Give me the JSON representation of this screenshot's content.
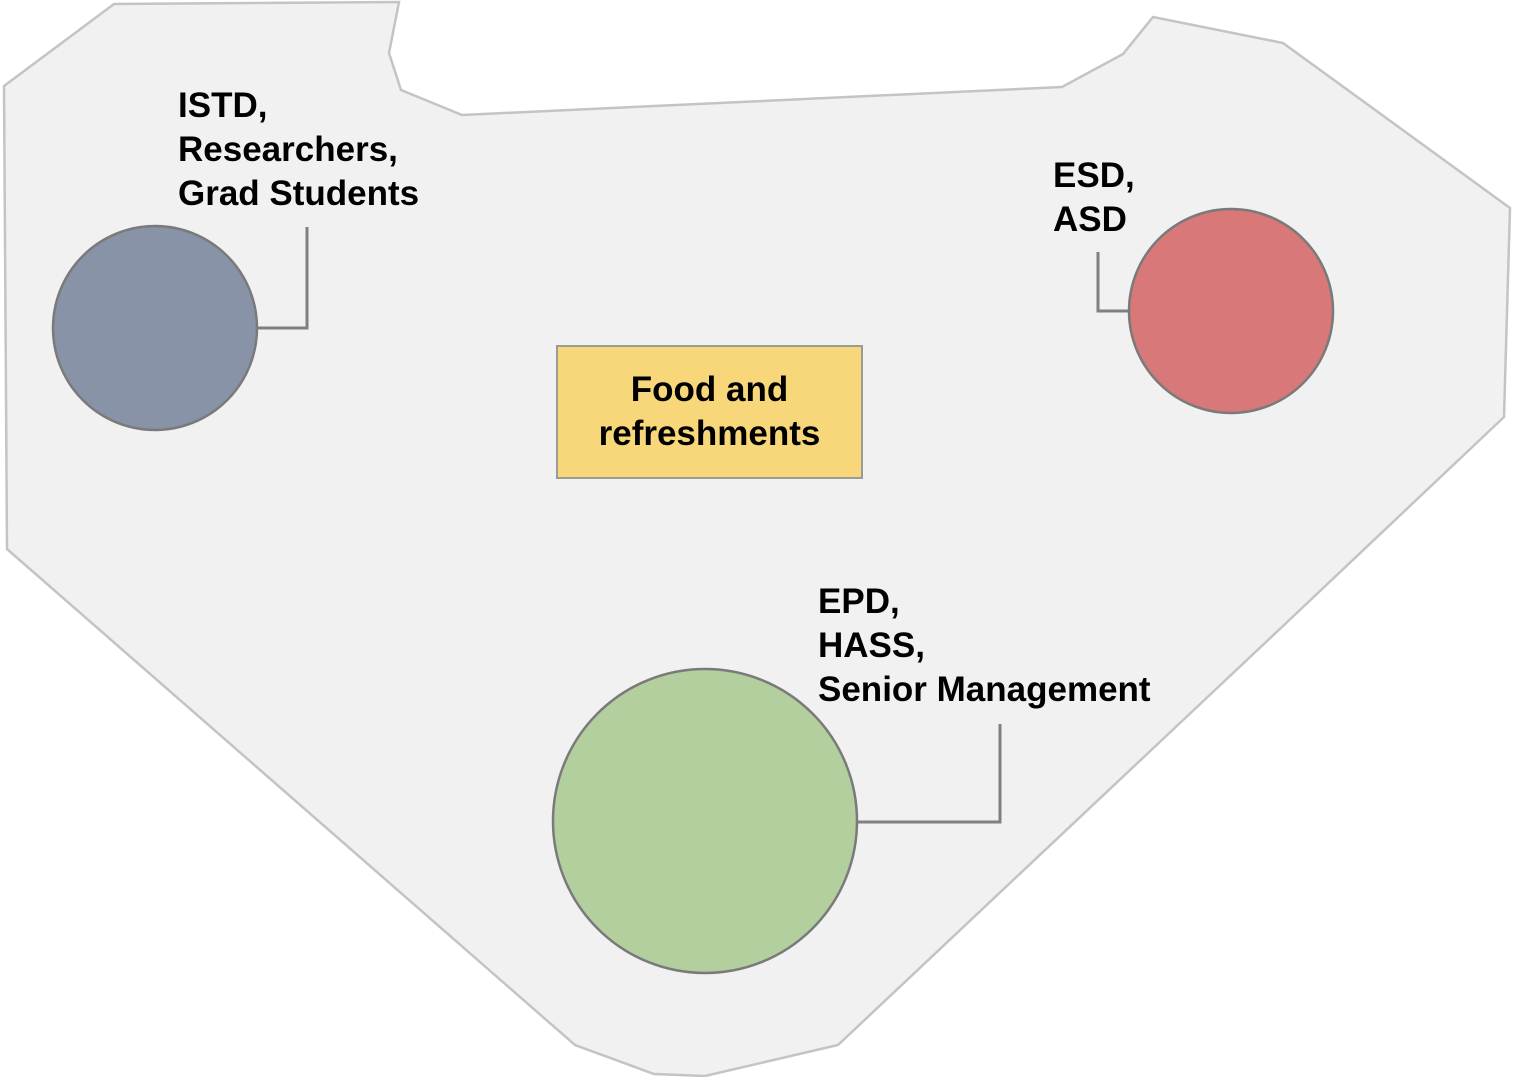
{
  "colors": {
    "room_fill": "#f1f1f1",
    "room_stroke": "#c4c4c4",
    "connector": "#808080",
    "circle_stroke": "#7a7a7a",
    "food_fill": "#f7d77a"
  },
  "groups": [
    {
      "id": "istd",
      "lines": [
        "ISTD,",
        "Researchers,",
        "Grad Students"
      ],
      "color": "#8893a8"
    },
    {
      "id": "esd",
      "lines": [
        "ESD,",
        "ASD"
      ],
      "color": "#d87878"
    },
    {
      "id": "epd",
      "lines": [
        "EPD,",
        "HASS,",
        "Senior Management"
      ],
      "color": "#b2cf9d"
    }
  ],
  "food": {
    "label": "Food and\nrefreshments"
  }
}
